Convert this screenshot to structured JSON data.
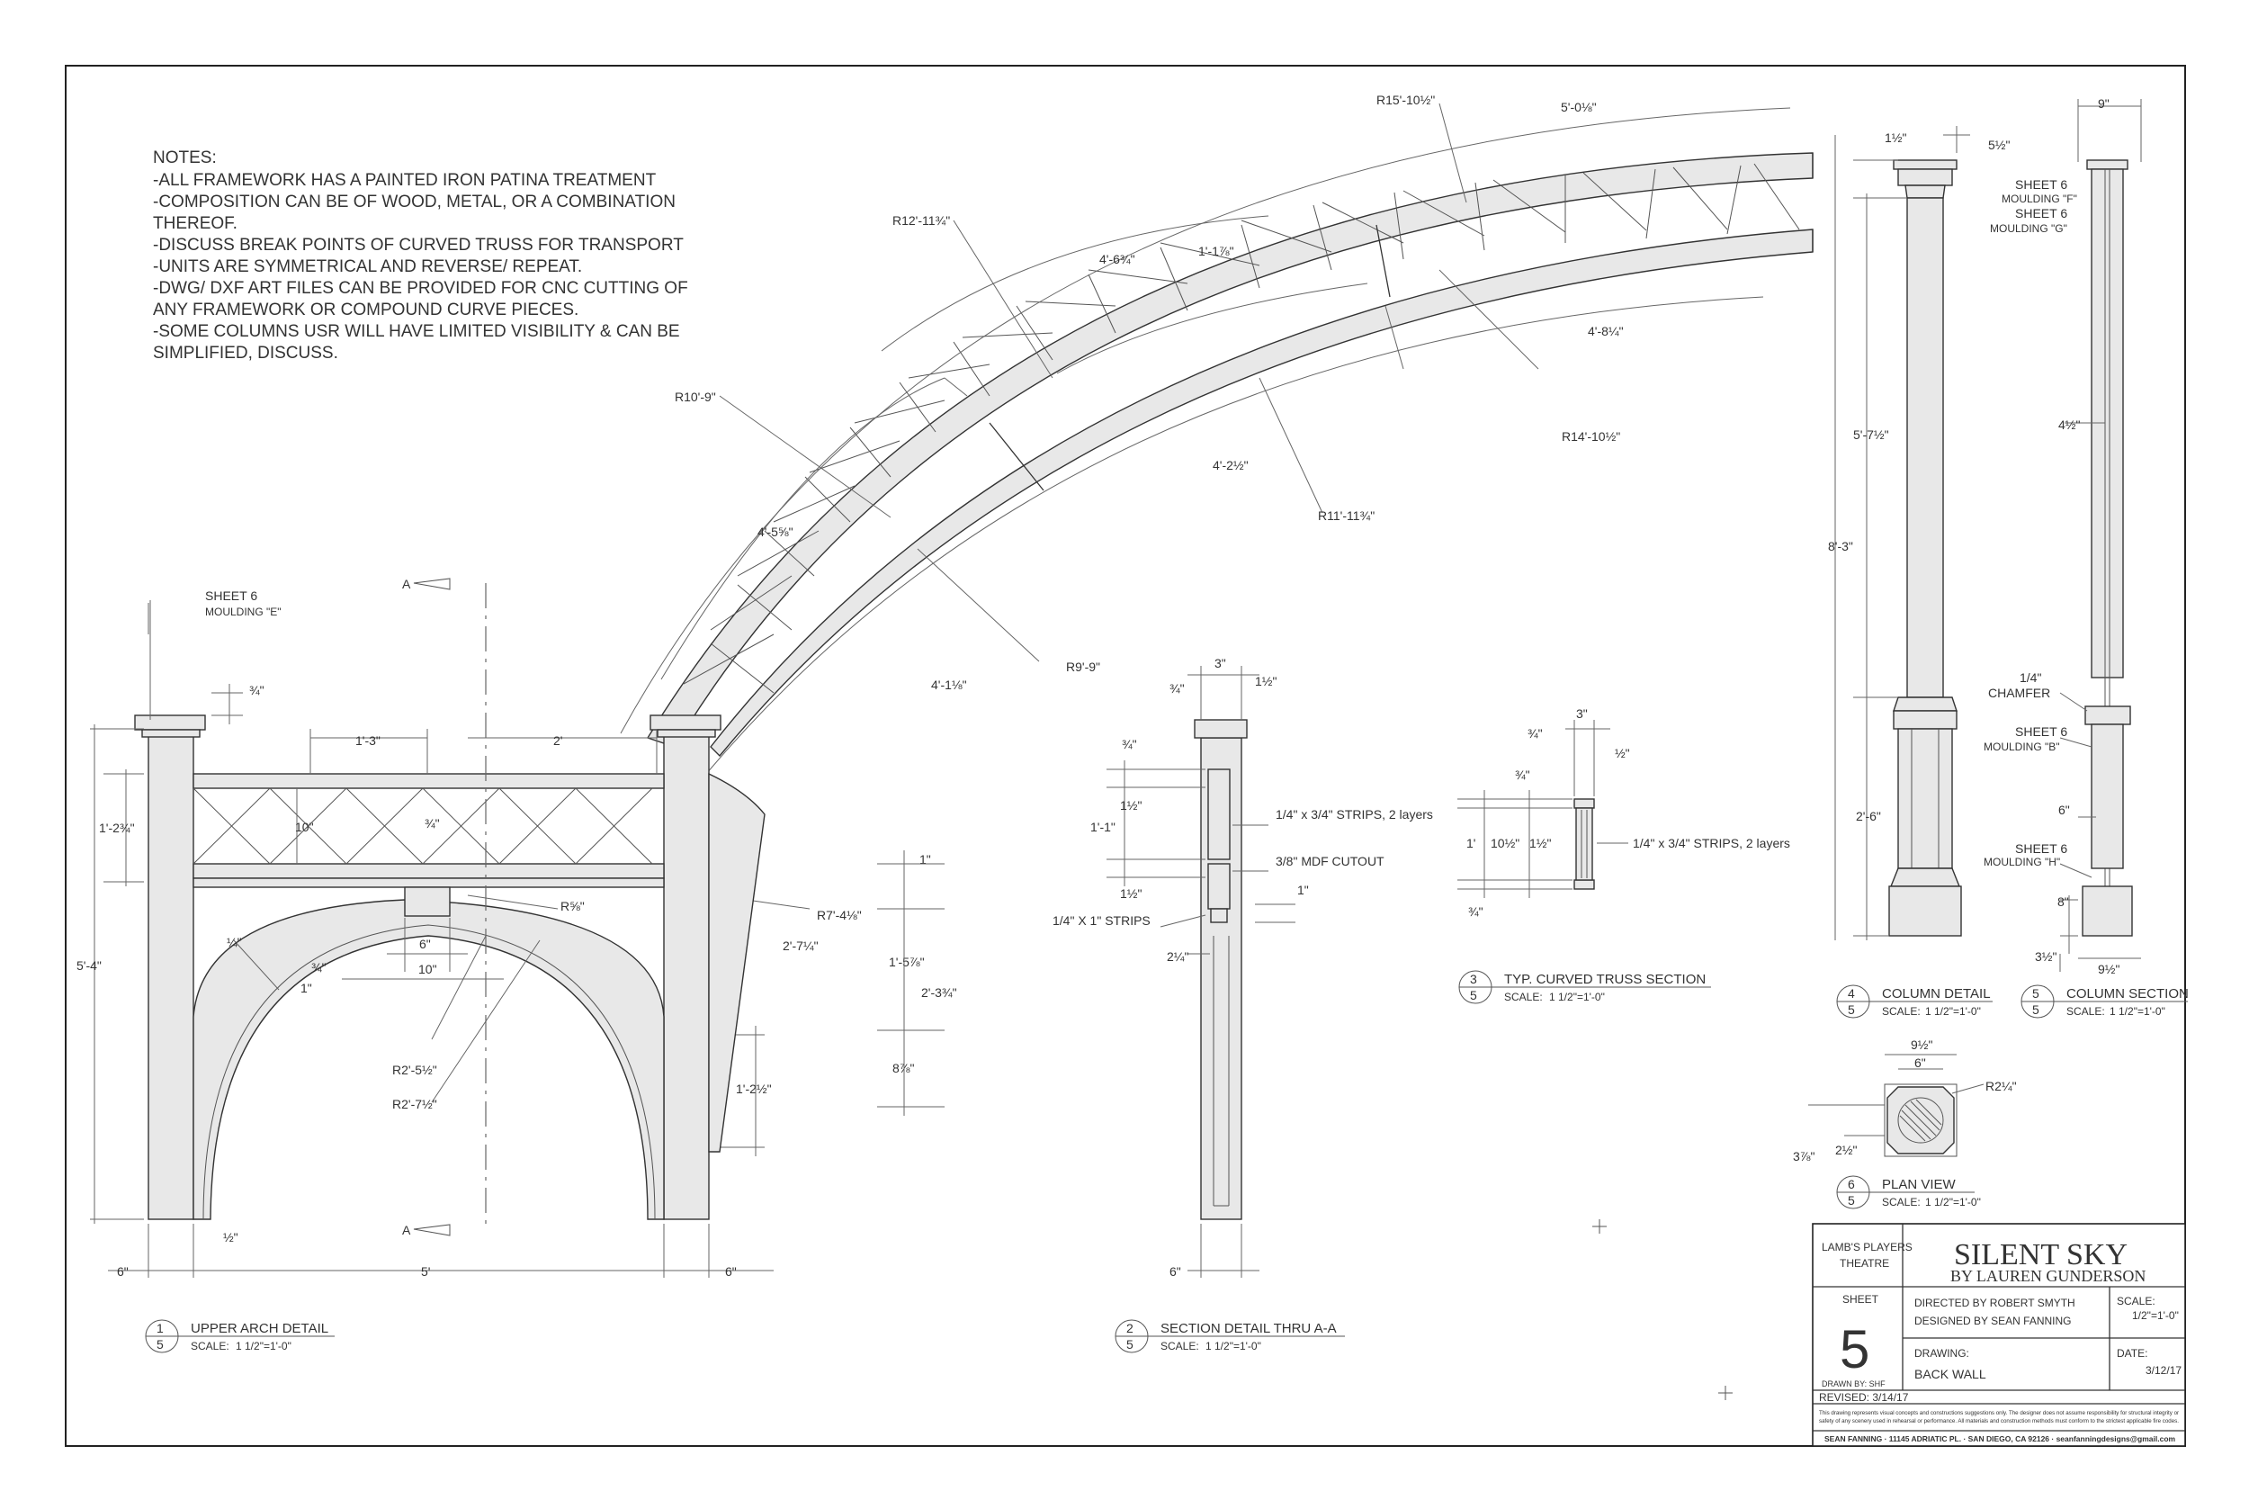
{
  "notes": {
    "heading": "NOTES:",
    "lines": [
      "-ALL FRAMEWORK HAS A PAINTED IRON PATINA TREATMENT",
      "-COMPOSITION CAN BE OF WOOD, METAL, OR A COMBINATION",
      "THEREOF.",
      "-DISCUSS BREAK POINTS OF CURVED TRUSS FOR TRANSPORT",
      "-UNITS ARE SYMMETRICAL AND REVERSE/ REPEAT.",
      "-DWG/ DXF ART FILES CAN BE PROVIDED FOR CNC CUTTING OF",
      "ANY FRAMEWORK OR COMPOUND CURVE PIECES.",
      "-SOME COLUMNS USR WILL HAVE LIMITED VISIBILITY & CAN BE",
      "SIMPLIFIED, DISCUSS."
    ]
  },
  "truss_dims": {
    "r15": "R15'-10½\"",
    "d5_0": "5'-0⅛\"",
    "r12": "R12'-11¾\"",
    "d4_6": "4'-6¾\"",
    "d1_1": "1'-1⅞\"",
    "r10": "R10'-9\"",
    "d4_8": "4'-8¼\"",
    "r14": "R14'-10½\"",
    "d4_2": "4'-2½\"",
    "r11": "R11'-11¾\"",
    "d4_5": "4'-5⅝\"",
    "r9": "R9'-9\"",
    "d4_1": "4'-1⅛\"",
    "r7": "R7'-4⅛\"",
    "d2_7": "2'-7¼\"",
    "d1_2b": "1'-2½\"",
    "d1_5": "1'-5⅞\"",
    "d2_3": "2'-3¾\"",
    "d8": "8⅞\"",
    "d1in": "1\""
  },
  "upper_arch": {
    "sheet_ref": "SHEET 6",
    "moulding": "MOULDING \"E\"",
    "d_3_4": "¾\"",
    "d_1_3": "1'-3\"",
    "d_2": "2'",
    "d_1_2": "1'-2¾\"",
    "d_10": "10\"",
    "d_3_4b": "¾\"",
    "d_5_4": "5'-4\"",
    "r58": "R⅝\"",
    "d_6": "6\"",
    "d_10b": "10\"",
    "d_q": "¼\"",
    "d_34c": "¾\"",
    "d_1": "1\"",
    "r2_5": "R2'-5½\"",
    "r2_7": "R2'-7½\"",
    "d_half": "½\"",
    "d_6l": "6\"",
    "d_5": "5'",
    "d_6r": "6\"",
    "section_mark": "A"
  },
  "section_aa": {
    "d3": "3\"",
    "d12": "1½\"",
    "d34": "¾\"",
    "d34b": "¾\"",
    "d12b": "1½\"",
    "d1_1": "1'-1\"",
    "d12c": "1½\"",
    "strips": "1/4\" x 3/4\" STRIPS, 2 layers",
    "mdf": "3/8\" MDF CUTOUT",
    "d1": "1\"",
    "strips1": "1/4\" X 1\" STRIPS",
    "d2q": "2¼\"",
    "d6": "6\""
  },
  "truss_section": {
    "d3": "3\"",
    "d34": "¾\"",
    "d12": "½\"",
    "d34b": "¾\"",
    "d1": "1'",
    "d10": "10½\"",
    "d1_2": "1½\"",
    "d34c": "¾\"",
    "strips": "1/4\" x 3/4\" STRIPS, 2 layers"
  },
  "column": {
    "d12": "1½\"",
    "d52": "5½\"",
    "d5_7": "5'-7½\"",
    "d8_3": "8'-3\"",
    "d2_6": "2'-6\"",
    "d9": "9\"",
    "sheet_f": "SHEET 6",
    "mould_f": "MOULDING \"F\"",
    "sheet_g": "SHEET 6",
    "mould_g": "MOULDING \"G\"",
    "d42": "4½\"",
    "chamfer": "1/4\"",
    "chamfer2": "CHAMFER",
    "sheet_b": "SHEET 6",
    "mould_b": "MOULDING \"B\"",
    "d6": "6\"",
    "sheet_h": "SHEET 6",
    "mould_h": "MOULDING \"H\"",
    "d8": "8\"",
    "d32": "3½\"",
    "d92": "9½\""
  },
  "plan": {
    "d92": "9½\"",
    "d6": "6\"",
    "r2": "R2¼\"",
    "d38": "3⅞\"",
    "d22": "2½\""
  },
  "callouts": [
    {
      "num": "1",
      "sheet": "5",
      "title": "UPPER ARCH DETAIL",
      "scale_lbl": "SCALE:",
      "scale": "1 1/2\"=1'-0\""
    },
    {
      "num": "2",
      "sheet": "5",
      "title": "SECTION DETAIL THRU A-A",
      "scale_lbl": "SCALE:",
      "scale": "1 1/2\"=1'-0\""
    },
    {
      "num": "3",
      "sheet": "5",
      "title": "TYP. CURVED TRUSS SECTION",
      "scale_lbl": "SCALE:",
      "scale": "1 1/2\"=1'-0\""
    },
    {
      "num": "4",
      "sheet": "5",
      "title": "COLUMN DETAIL",
      "scale_lbl": "SCALE:",
      "scale": "1 1/2\"=1'-0\""
    },
    {
      "num": "5",
      "sheet": "5",
      "title": "COLUMN SECTION",
      "scale_lbl": "SCALE:",
      "scale": "1 1/2\"=1'-0\""
    },
    {
      "num": "6",
      "sheet": "5",
      "title": "PLAN VIEW",
      "scale_lbl": "SCALE:",
      "scale": "1 1/2\"=1'-0\""
    }
  ],
  "title_block": {
    "theatre1": "LAMB'S PLAYERS",
    "theatre2": "THEATRE",
    "show": "SILENT SKY",
    "author": "BY LAUREN GUNDERSON",
    "sheet_lbl": "SHEET",
    "sheet_num": "5",
    "drawn_by": "DRAWN BY: SHF",
    "directed": "DIRECTED BY ROBERT SMYTH",
    "designed": "DESIGNED BY SEAN FANNING",
    "scale_lbl": "SCALE:",
    "scale": "1/2\"=1'-0\"",
    "drawing_lbl": "DRAWING:",
    "drawing": "BACK WALL",
    "date_lbl": "DATE:",
    "date": "3/12/17",
    "revised": "REVISED: 3/14/17",
    "disclaimer1": "This drawing represents visual concepts and constructions suggestions only. The designer does not assume responsibility for structural integrity or",
    "disclaimer2": "safety of any scenery used in rehearsal or performance. All materials and construction methods must conform to the strictest applicable fire codes.",
    "footer": "SEAN FANNING  ·  11145 ADRIATIC PL.  ·  SAN DIEGO, CA 92126  ·  seanfanningdesigns@gmail.com"
  }
}
